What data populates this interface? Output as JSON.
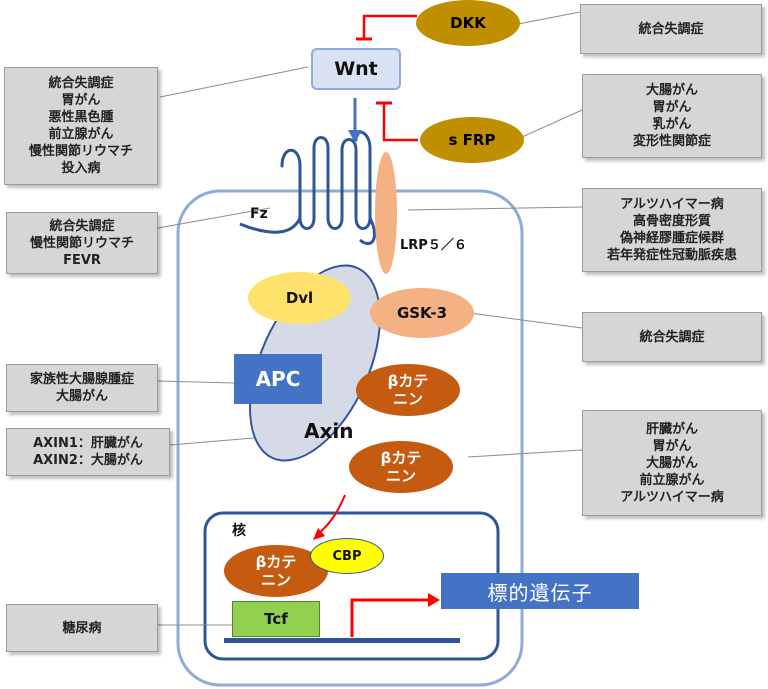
{
  "ligand": {
    "wnt": "Wnt"
  },
  "inhibitors": {
    "dkk": "DKK",
    "sfrp": "s FRP"
  },
  "receptors": {
    "fz": "Fz",
    "lrp": "LRP５／６"
  },
  "cytoplasm": {
    "dvl": "Dvl",
    "gsk3": "GSK-3",
    "apc": "APC",
    "axin": "Axin",
    "beta_catenin_1": [
      "βカテ",
      "ニン"
    ],
    "beta_catenin_2": [
      "βカテ",
      "ニン"
    ]
  },
  "nucleus": {
    "label": "核",
    "beta_catenin": [
      "βカテ",
      "ニン"
    ],
    "cbp": "CBP",
    "tcf": "Tcf",
    "target_gene": "標的遺伝子"
  },
  "diseases": {
    "dkk": [
      "統合失調症"
    ],
    "wnt": [
      "統合失調症",
      "胃がん",
      "悪性黒色腫",
      "前立腺がん",
      "慢性関節リウマチ",
      "投入病"
    ],
    "sfrp": [
      "大腸がん",
      "胃がん",
      "乳がん",
      "変形性関節症"
    ],
    "fz": [
      "統合失調症",
      "慢性関節リウマチ",
      "FEVR"
    ],
    "lrp": [
      "アルツハイマー病",
      "高骨密度形質",
      "偽神経膠腫症候群",
      "若年発症性冠動脈疾患"
    ],
    "gsk3": [
      "統合失調症"
    ],
    "apc": [
      "家族性大腸腺腫症",
      "大腸がん"
    ],
    "axin": [
      "AXIN1：肝臓がん",
      "AXIN2：大腸がん"
    ],
    "beta_catenin": [
      "肝臓がん",
      "胃がん",
      "大腸がん",
      "前立腺がん",
      "アルツハイマー病"
    ],
    "tcf": [
      "糖尿病"
    ]
  },
  "colors": {
    "cell_border": "#8faadc",
    "gold": "#bf8f00",
    "brown": "#c55a11",
    "apc_blue": "#4472c4",
    "tcf_green": "#92d050",
    "cbp_yellow": "#ffff00",
    "dvl_yellow": "#ffe26b",
    "gsk_salmon": "#f4b183",
    "lrp_peach": "#f4b183",
    "axin_grey": "#d5dae6",
    "inhibit_red": "#ff0000",
    "nucleus_border": "#2f5597"
  }
}
